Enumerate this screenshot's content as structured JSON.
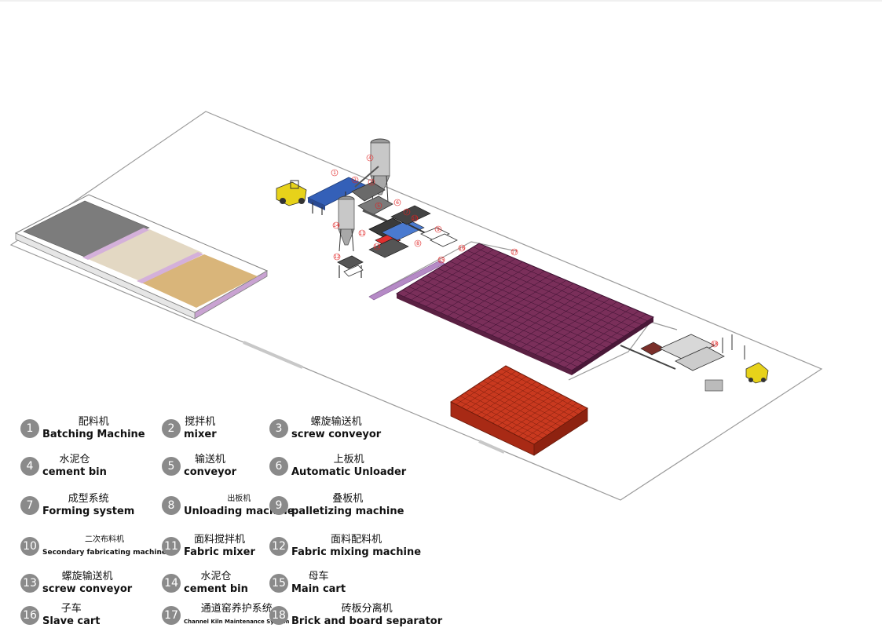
{
  "legend": [
    {
      "num": "1",
      "cn": "配料机",
      "en": "Batching Machine"
    },
    {
      "num": "2",
      "cn": "搅拌机",
      "en": "mixer"
    },
    {
      "num": "3",
      "cn": "螺旋输送机",
      "en": "screw conveyor"
    },
    {
      "num": "4",
      "cn": "水泥仓",
      "en": "cement bin"
    },
    {
      "num": "5",
      "cn": "输送机",
      "en": "conveyor"
    },
    {
      "num": "6",
      "cn": "上板机",
      "en": "Automatic Unloader"
    },
    {
      "num": "7",
      "cn": "成型系统",
      "en": "Forming system"
    },
    {
      "num": "8",
      "cn": "出板机",
      "en": "Unloading machine"
    },
    {
      "num": "9",
      "cn": "叠板机",
      "en": "palletizing machine"
    },
    {
      "num": "10",
      "cn": "二次布料机",
      "en": "Secondary fabricating machine"
    },
    {
      "num": "11",
      "cn": "面料搅拌机",
      "en": "Fabric mixer"
    },
    {
      "num": "12",
      "cn": "面料配料机",
      "en": "Fabric mixing machine"
    },
    {
      "num": "13",
      "cn": "螺旋输送机",
      "en": "screw conveyor"
    },
    {
      "num": "14",
      "cn": "水泥仓",
      "en": "cement bin"
    },
    {
      "num": "15",
      "cn": "母车",
      "en": "Main cart"
    },
    {
      "num": "16",
      "cn": "子车",
      "en": "Slave cart"
    },
    {
      "num": "17",
      "cn": "通道窑养护系统",
      "en": "Channel Kiln Maintenance System"
    },
    {
      "num": "18",
      "cn": "砖板分离机",
      "en": "Brick and board separator"
    }
  ],
  "callouts": [
    "1",
    "2",
    "3",
    "4",
    "5",
    "6",
    "7",
    "8",
    "9",
    "10",
    "11",
    "12",
    "13",
    "14",
    "15",
    "16",
    "17",
    "18"
  ]
}
